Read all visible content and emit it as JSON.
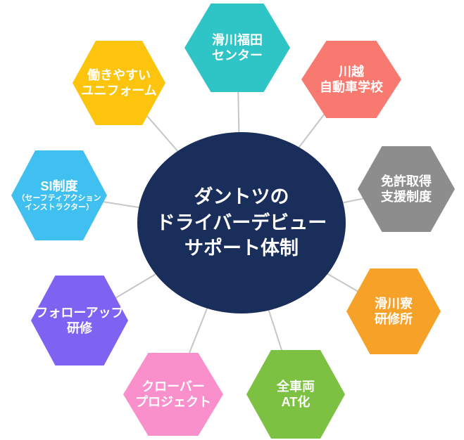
{
  "diagram": {
    "center": {
      "line1": "ダントツの",
      "line2": "ドライバーデビュー",
      "line3": "サポート体制",
      "bg_color": "#1a2e5c",
      "text_color": "#ffffff"
    },
    "connector_color": "#c6c6c6",
    "nodes": [
      {
        "name": "namerikawa-fukuda-center",
        "line1": "滑川福田",
        "line2": "センター",
        "color": "#2fc4c6"
      },
      {
        "name": "kawagoe-driving-school",
        "line1": "川越",
        "line2": "自動車学校",
        "color": "#f8796f"
      },
      {
        "name": "license-support-system",
        "line1": "免許取得",
        "line2": "支援制度",
        "color": "#8d8d8d"
      },
      {
        "name": "namerikawa-dorm",
        "line1": "滑川寮",
        "line2": "研修所",
        "color": "#f6a229"
      },
      {
        "name": "all-vehicles-at",
        "line1": "全車両",
        "line2": "AT化",
        "color": "#7dc142"
      },
      {
        "name": "clover-project",
        "line1": "クローバー",
        "line2": "プロジェクト",
        "color": "#f98fcb"
      },
      {
        "name": "followup-training",
        "line1": "フォローアップ",
        "line2": "研修",
        "color": "#7e63f2"
      },
      {
        "name": "si-system",
        "line1": "SI制度",
        "sub1": "（セーフティアクション",
        "sub2": "インストラクター）",
        "color": "#3fc0f0"
      },
      {
        "name": "comfortable-uniform",
        "line1": "働きやすい",
        "line2": "ユニフォーム",
        "color": "#fcc40d"
      }
    ]
  }
}
